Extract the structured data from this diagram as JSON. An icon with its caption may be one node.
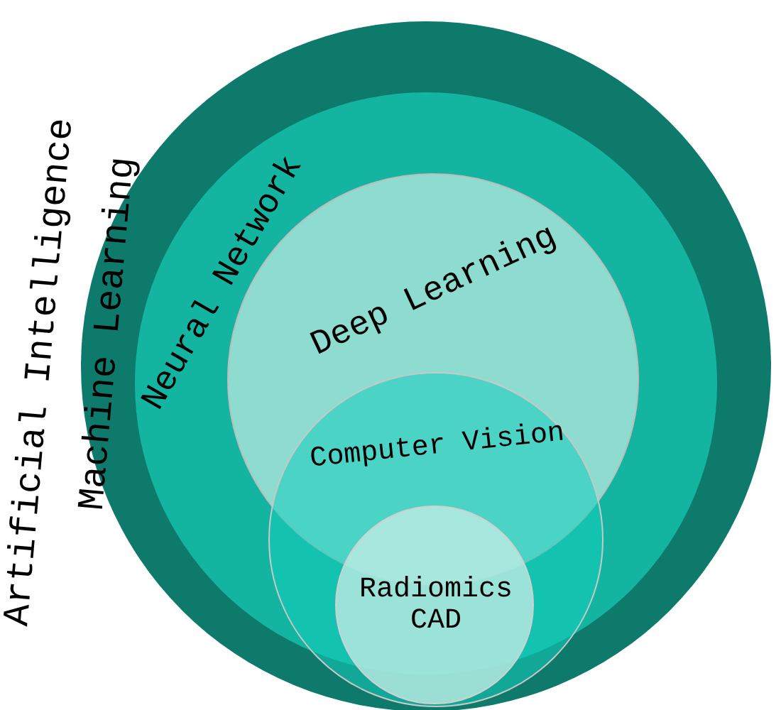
{
  "diagram": {
    "nodes": [
      {
        "text": [
          "Machine Learning"
        ]
      },
      {
        "text": [
          "Neural Network"
        ],
        "in": 0
      },
      {
        "text": [
          "Deep Learning"
        ],
        "in": 1
      },
      {
        "text": [
          "Computer Vision"
        ],
        "in": 0
      },
      {
        "text": [
          "Radiomics CAD"
        ],
        "in": 3
      }
    ],
    "labels": [
      "Artificial Intelligence"
    ]
  }
}
